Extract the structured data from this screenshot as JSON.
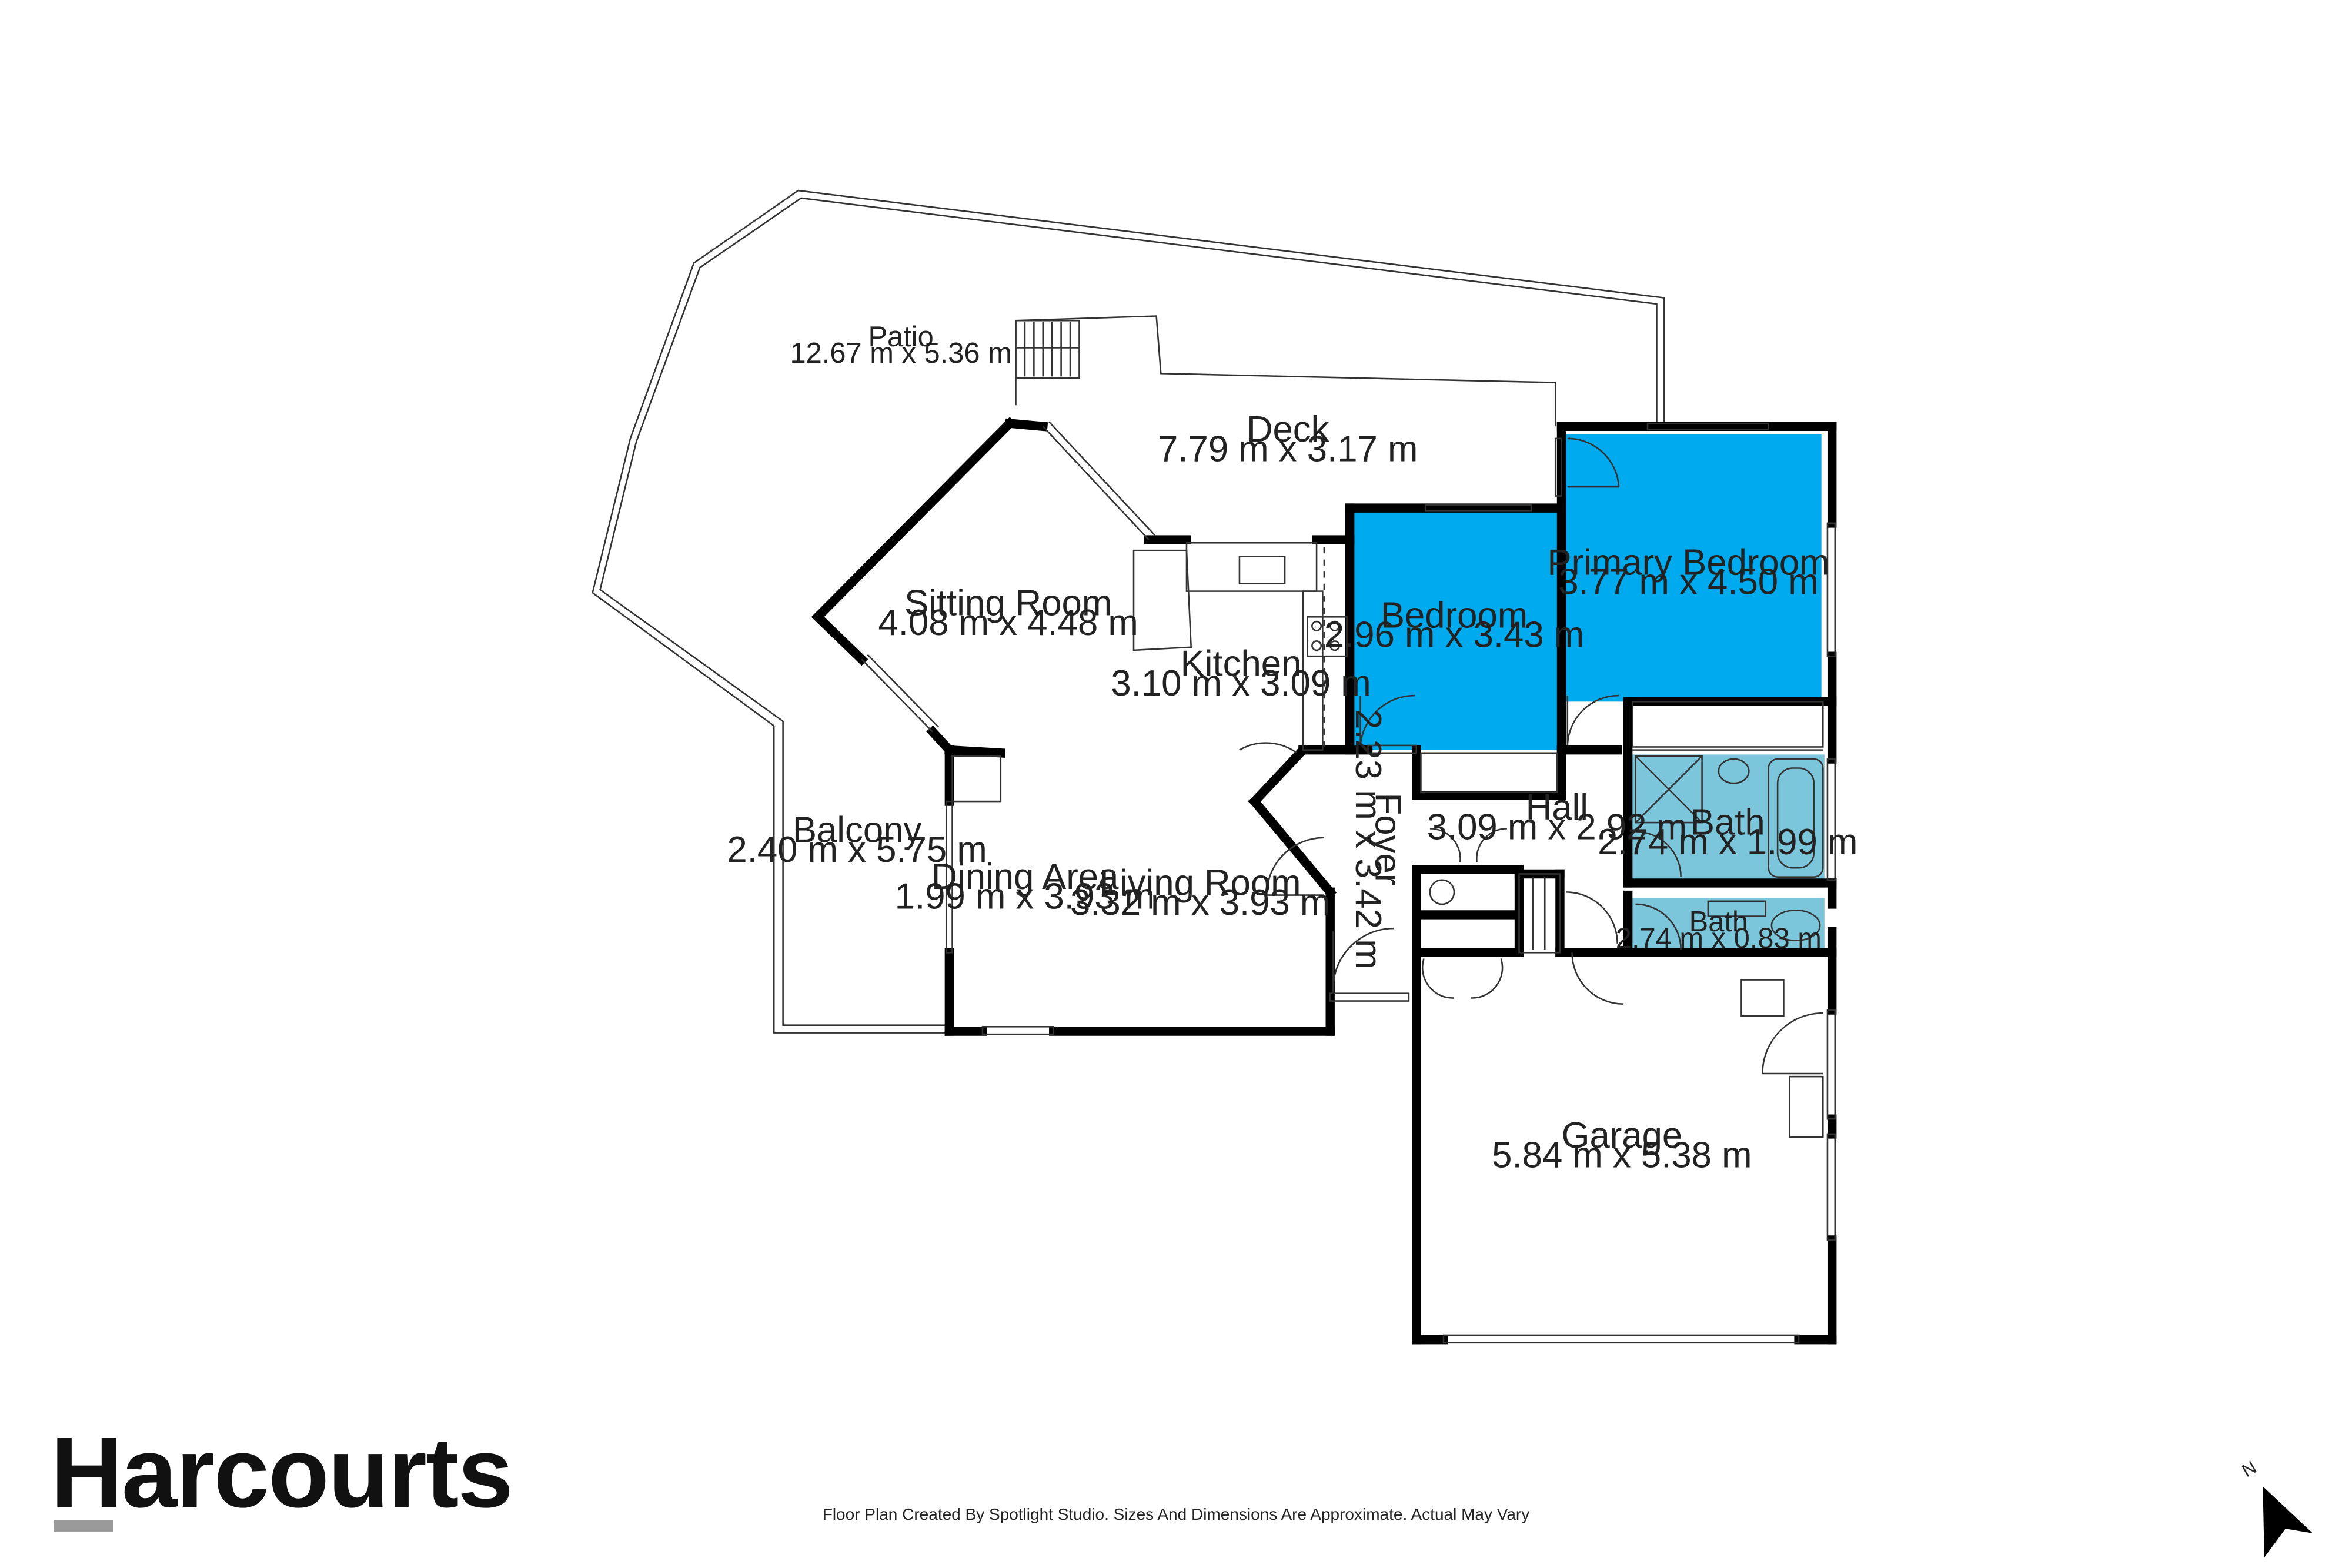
{
  "rooms": [
    {
      "id": "patio",
      "name": "Patio",
      "dims": "12.67 m x 5.36 m"
    },
    {
      "id": "deck",
      "name": "Deck",
      "dims": "7.79 m x 3.17 m"
    },
    {
      "id": "sitting-room",
      "name": "Sitting Room",
      "dims": "4.08 m x 4.48 m"
    },
    {
      "id": "kitchen",
      "name": "Kitchen",
      "dims": "3.10 m x 3.09 m"
    },
    {
      "id": "bedroom",
      "name": "Bedroom",
      "dims": "2.96 m x 3.43 m"
    },
    {
      "id": "primary-bedroom",
      "name": "Primary Bedroom",
      "dims": "3.77 m x 4.50 m"
    },
    {
      "id": "balcony",
      "name": "Balcony",
      "dims": "2.40 m x 5.75 m"
    },
    {
      "id": "dining-area",
      "name": "Dining Area",
      "dims": "1.99 m x 3.93 m"
    },
    {
      "id": "living-room",
      "name": "Living Room",
      "dims": "3.32 m x 3.93 m"
    },
    {
      "id": "foyer",
      "name": "Foyer",
      "dims": "2.23 m x 3.42 m"
    },
    {
      "id": "hall",
      "name": "Hall",
      "dims": "3.09 m x 2.92 m"
    },
    {
      "id": "bath-1",
      "name": "Bath",
      "dims": "2.74 m x 1.99 m"
    },
    {
      "id": "bath-2",
      "name": "Bath",
      "dims": "2.74 m x 0.83 m"
    },
    {
      "id": "garage",
      "name": "Garage",
      "dims": "5.84 m x 5.38 m"
    }
  ],
  "brand": {
    "logo_text": "Harcourts"
  },
  "footer": {
    "disclaimer": "Floor Plan Created By Spotlight Studio. Sizes And Dimensions Are Approximate. Actual May Vary"
  },
  "compass": {
    "label": "N"
  },
  "colors": {
    "bedroom_fill": "#00aaee",
    "bath_fill": "#7cc6dc",
    "wall": "#000000",
    "outline": "#333333"
  }
}
